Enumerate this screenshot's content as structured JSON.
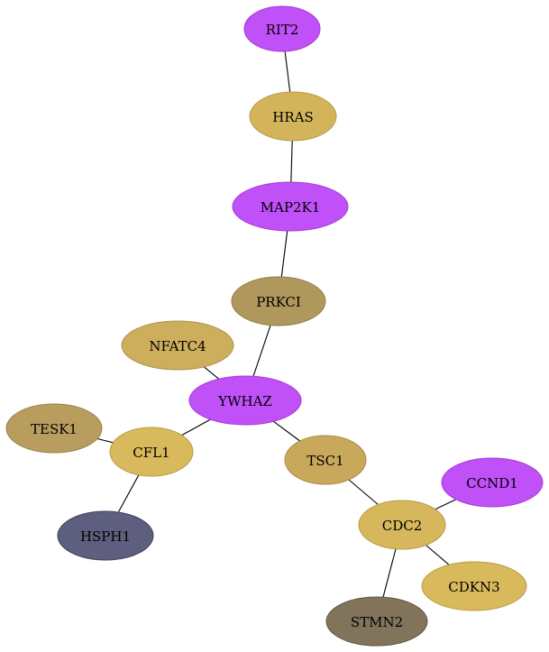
{
  "graph": {
    "nodes": [
      {
        "id": "RIT2",
        "label": "RIT2",
        "fill": "#c050f8",
        "stroke": "#a43ad6"
      },
      {
        "id": "HRAS",
        "label": "HRAS",
        "fill": "#d3b45a",
        "stroke": "#b69a46"
      },
      {
        "id": "MAP2K1",
        "label": "MAP2K1",
        "fill": "#c050f8",
        "stroke": "#a43ad6"
      },
      {
        "id": "PRKCI",
        "label": "PRKCI",
        "fill": "#b0985c",
        "stroke": "#927e48"
      },
      {
        "id": "NFATC4",
        "label": "NFATC4",
        "fill": "#ccae5c",
        "stroke": "#ad9346"
      },
      {
        "id": "YWHAZ",
        "label": "YWHAZ",
        "fill": "#c050f8",
        "stroke": "#a43ad6"
      },
      {
        "id": "TESK1",
        "label": "TESK1",
        "fill": "#b89d5e",
        "stroke": "#99824a"
      },
      {
        "id": "CFL1",
        "label": "CFL1",
        "fill": "#d8b95c",
        "stroke": "#b99c46"
      },
      {
        "id": "TSC1",
        "label": "TSC1",
        "fill": "#c8a95c",
        "stroke": "#aa8e46"
      },
      {
        "id": "CCND1",
        "label": "CCND1",
        "fill": "#c050f8",
        "stroke": "#a43ad6"
      },
      {
        "id": "CDC2",
        "label": "CDC2",
        "fill": "#d6b75c",
        "stroke": "#b69b46"
      },
      {
        "id": "HSPH1",
        "label": "HSPH1",
        "fill": "#5e5e7e",
        "stroke": "#40405e"
      },
      {
        "id": "CDKN3",
        "label": "CDKN3",
        "fill": "#d8b95c",
        "stroke": "#b99c46"
      },
      {
        "id": "STMN2",
        "label": "STMN2",
        "fill": "#81745b",
        "stroke": "#625844"
      }
    ],
    "edges": [
      {
        "from": "RIT2",
        "to": "HRAS"
      },
      {
        "from": "HRAS",
        "to": "MAP2K1"
      },
      {
        "from": "MAP2K1",
        "to": "PRKCI"
      },
      {
        "from": "PRKCI",
        "to": "YWHAZ"
      },
      {
        "from": "NFATC4",
        "to": "YWHAZ"
      },
      {
        "from": "YWHAZ",
        "to": "CFL1"
      },
      {
        "from": "YWHAZ",
        "to": "TSC1"
      },
      {
        "from": "TESK1",
        "to": "CFL1"
      },
      {
        "from": "CFL1",
        "to": "HSPH1"
      },
      {
        "from": "TSC1",
        "to": "CDC2"
      },
      {
        "from": "CCND1",
        "to": "CDC2"
      },
      {
        "from": "CDC2",
        "to": "CDKN3"
      },
      {
        "from": "CDC2",
        "to": "STMN2"
      }
    ]
  }
}
